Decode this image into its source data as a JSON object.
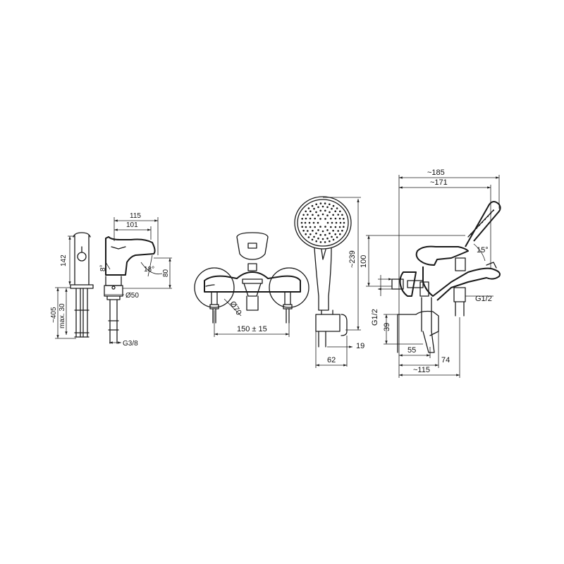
{
  "basin_mixer": {
    "width_115": "115",
    "width_101": "101",
    "height_142": "142",
    "height_80": "80",
    "angle_18": "18°",
    "angle_8": "8°",
    "diameter_50": "Ø50",
    "length_405": "~405",
    "max_30": "max. 30",
    "thread_g38": "G3/8"
  },
  "bath_mixer_front": {
    "diameter_70": "Ø70",
    "spacing": "150 ± 15"
  },
  "hand_shower": {
    "length_239": "~239",
    "depth_19": "19",
    "width_62": "62"
  },
  "bath_mixer_side": {
    "width_185": "~185",
    "width_171": "~171",
    "height_100": "100",
    "angle_15": "15°",
    "thread_left": "G1/2",
    "thread_right": "G1/2",
    "height_39": "39",
    "depth_55": "55",
    "depth_74": "74",
    "depth_115": "~115"
  }
}
